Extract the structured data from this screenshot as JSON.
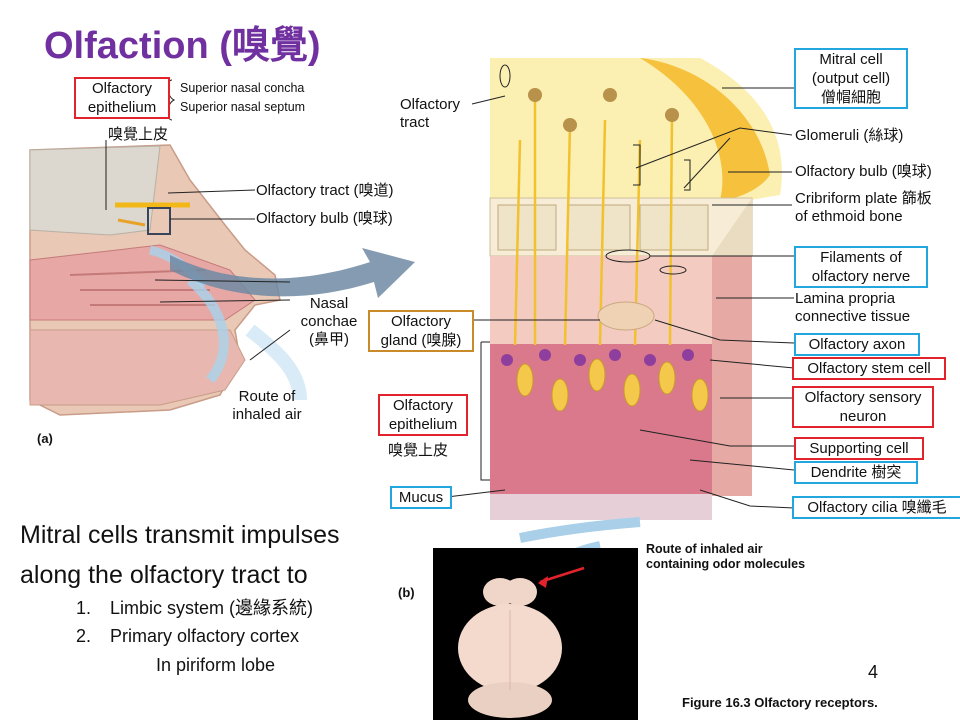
{
  "title": "Olfaction (嗅覺)",
  "panel_a": {
    "epithelium_box": "Olfactory\nepithelium",
    "epithelium_zh": "嗅覺上皮",
    "concha": "Superior  nasal concha",
    "septum": "Superior  nasal septum",
    "tract": "Olfactory tract (嗅道)",
    "bulb": "Olfactory bulb (嗅球)",
    "conchae": "Nasal\nconchae\n(鼻甲)",
    "route": "Route of\ninhaled air",
    "label": "(a)"
  },
  "panel_right": {
    "olfactory_tract": "Olfactory\ntract",
    "mitral_cell": "Mitral cell\n(output cell)\n僧帽細胞",
    "glomeruli": "Glomeruli (絲球)",
    "olfactory_bulb": "Olfactory bulb (嗅球)",
    "cribriform": "Cribriform plate 篩板\nof ethmoid bone",
    "filaments": "Filaments of\nolfactory nerve",
    "lamina": "Lamina propria\nconnective tissue",
    "gland": "Olfactory\ngland (嗅腺)",
    "axon": "Olfactory axon",
    "stem_cell": "Olfactory stem cell",
    "sensory_neuron": "Olfactory sensory\nneuron",
    "epithelium_box": "Olfactory\nepithelium",
    "epithelium_zh": "嗅覺上皮",
    "supporting": "Supporting cell",
    "dendrite": "Dendrite 樹突",
    "mucus": "Mucus",
    "cilia": "Olfactory cilia 嗅纖毛",
    "route": "Route of inhaled air\ncontaining odor molecules",
    "label_b": "(b)"
  },
  "text": {
    "line1": "Mitral cells transmit impulses",
    "line2": "along the olfactory tract to",
    "item1_num": "1.",
    "item1": "Limbic system (邊緣系統)",
    "item2_num": "2.",
    "item2": "Primary olfactory cortex",
    "item3": "In piriform lobe"
  },
  "page_number": "4",
  "figure_caption": "Figure 16.3  Olfactory receptors.",
  "colors": {
    "title": "#7030a0",
    "red_box": "#e3232c",
    "blue_box": "#21a6e0",
    "brown_box": "#c98a2a"
  }
}
